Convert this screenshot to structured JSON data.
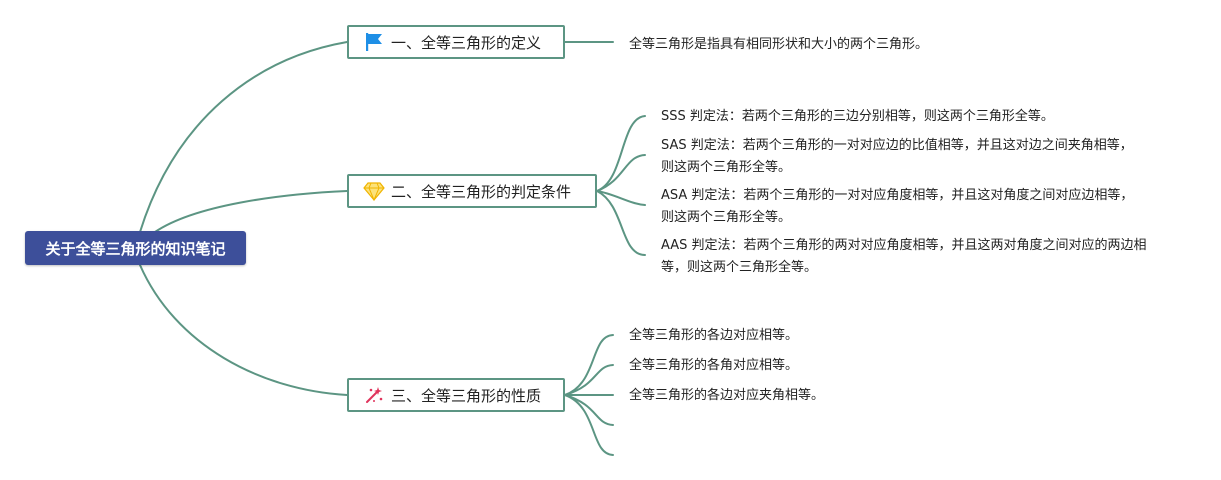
{
  "colors": {
    "connector": "#5c9583",
    "root_fill": "#3d4f9a",
    "flag": "#1e8fe6",
    "diamond": "#f5c518",
    "sparkle": "#e0345c"
  },
  "root": {
    "title": "关于全等三角形的知识笔记"
  },
  "branches": [
    {
      "title": "一、全等三角形的定义",
      "icon": "flag-icon",
      "leaves": [
        "全等三角形是指具有相同形状和大小的两个三角形。"
      ]
    },
    {
      "title": "二、全等三角形的判定条件",
      "icon": "diamond-icon",
      "leaves": [
        "SSS 判定法：若两个三角形的三边分别相等，则这两个三角形全等。",
        "SAS 判定法：若两个三角形的一对对应边的比值相等，并且这对边之间夹角相等，则这两个三角形全等。",
        "ASA 判定法：若两个三角形的一对对应角度相等，并且这对角度之间对应边相等，则这两个三角形全等。",
        "AAS 判定法：若两个三角形的两对对应角度相等，并且这两对角度之间对应的两边相等，则这两个三角形全等。"
      ]
    },
    {
      "title": "三、全等三角形的性质",
      "icon": "sparkle-icon",
      "leaves": [
        "全等三角形的各边对应相等。",
        "全等三角形的各角对应相等。",
        "全等三角形的各边对应夹角相等。"
      ]
    }
  ]
}
